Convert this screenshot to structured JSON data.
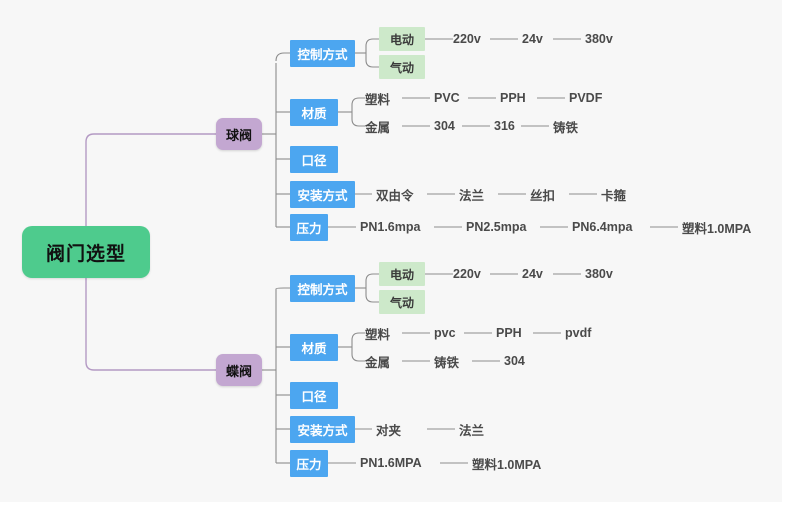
{
  "canvas": {
    "background": "#f7f7f7",
    "root_color": "#4ecb8d",
    "branch_color": "#c3a7d1",
    "category_color": "#4ca6f0",
    "sub_color": "#cde9ca",
    "line_color": "#8c8c8c",
    "trunk_color": "#b49ac4"
  },
  "root": {
    "label": "阀门选型"
  },
  "branches": [
    {
      "label": "球阀",
      "categories": [
        {
          "label": "控制方式",
          "subs": [
            {
              "label": "电动",
              "leaves": [
                "220v",
                "24v",
                "380v"
              ]
            },
            {
              "label": "气动",
              "leaves": []
            }
          ]
        },
        {
          "label": "材质",
          "rows": [
            {
              "label": "塑料",
              "leaves": [
                "PVC",
                "PPH",
                "PVDF"
              ]
            },
            {
              "label": "金属",
              "leaves": [
                "304",
                "316",
                "铸铁"
              ]
            }
          ]
        },
        {
          "label": "口径",
          "leaves": []
        },
        {
          "label": "安装方式",
          "leaves": [
            "双由令",
            "法兰",
            "丝扣",
            "卡箍"
          ]
        },
        {
          "label": "压力",
          "leaves": [
            "PN1.6mpa",
            "PN2.5mpa",
            "PN6.4mpa",
            "塑料1.0MPA"
          ]
        }
      ]
    },
    {
      "label": "蝶阀",
      "categories": [
        {
          "label": "控制方式",
          "subs": [
            {
              "label": "电动",
              "leaves": [
                "220v",
                "24v",
                "380v"
              ]
            },
            {
              "label": "气动",
              "leaves": []
            }
          ]
        },
        {
          "label": "材质",
          "rows": [
            {
              "label": "塑料",
              "leaves": [
                "pvc",
                "PPH",
                "pvdf"
              ]
            },
            {
              "label": "金属",
              "leaves": [
                "铸铁",
                "304"
              ]
            }
          ]
        },
        {
          "label": "口径",
          "leaves": []
        },
        {
          "label": "安装方式",
          "leaves": [
            "对夹",
            "法兰"
          ]
        },
        {
          "label": "压力",
          "leaves": [
            "PN1.6MPA",
            "塑料1.0MPA"
          ]
        }
      ]
    }
  ]
}
